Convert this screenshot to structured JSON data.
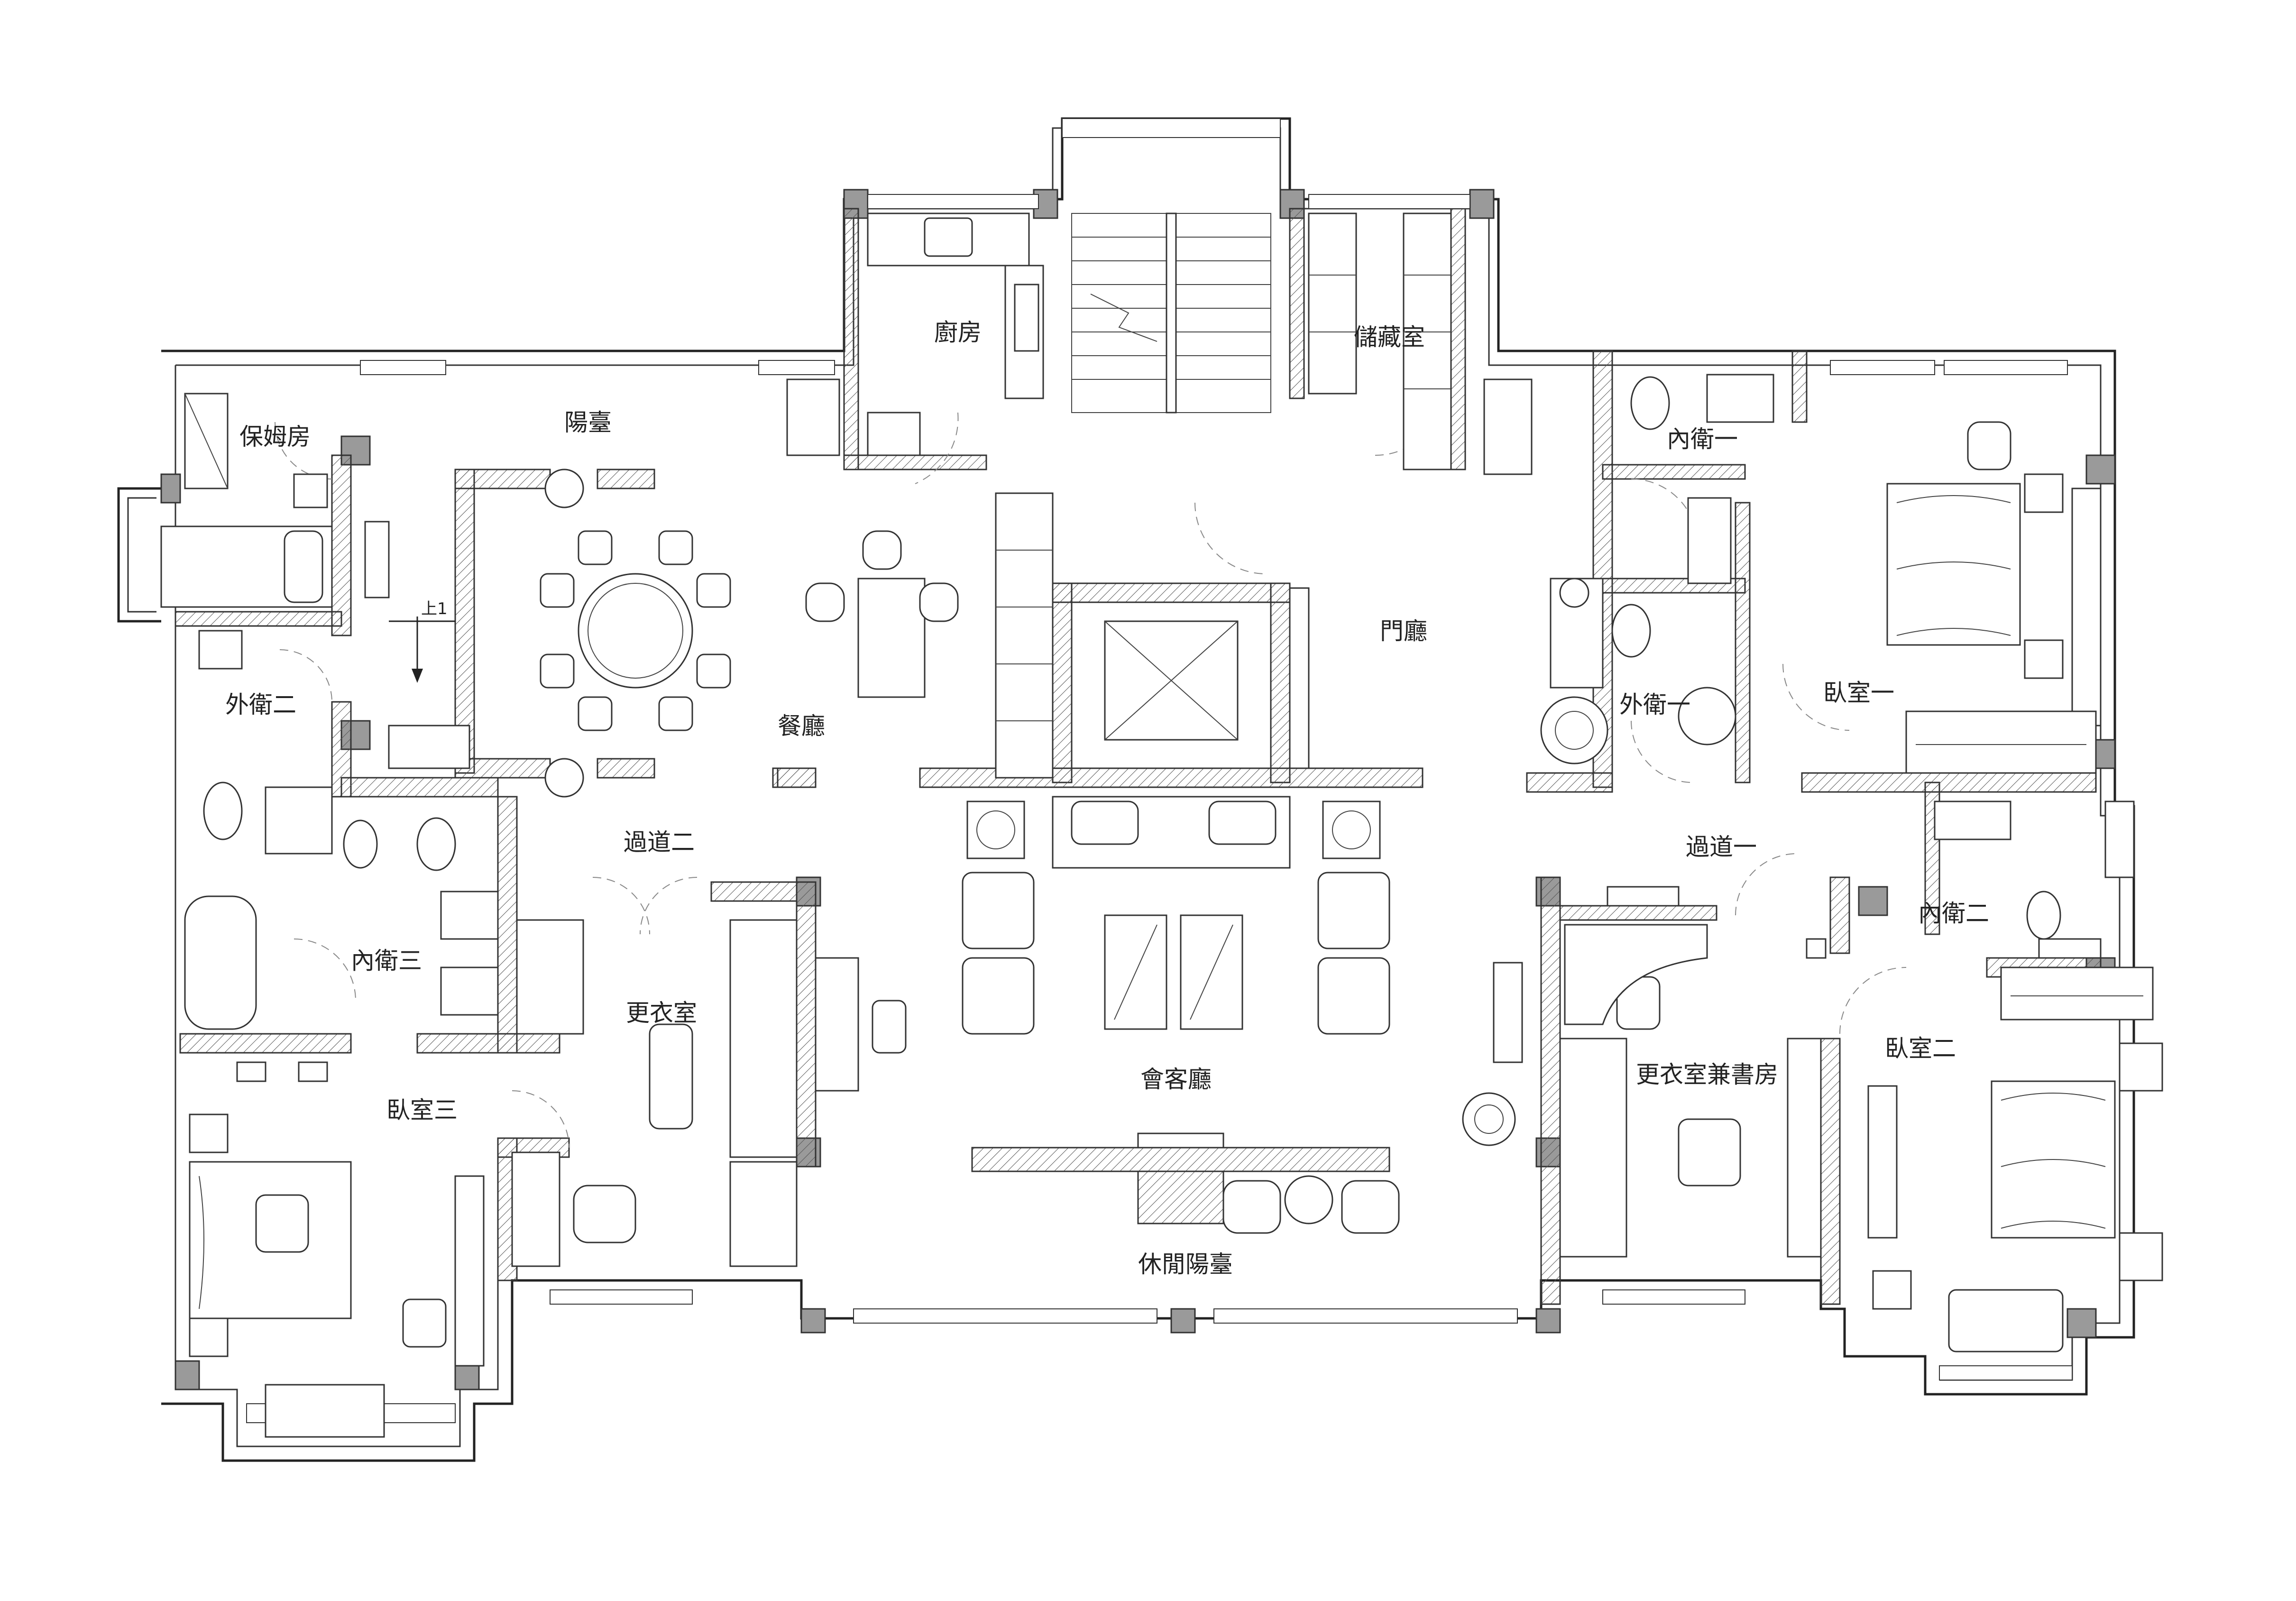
{
  "plan": {
    "rooms": {
      "nanny_room": "保姆房",
      "balcony": "陽臺",
      "kitchen": "廚房",
      "storage": "儲藏室",
      "bath_in_1": "內衛一",
      "foyer": "門廳",
      "dining": "餐廳",
      "bath_out_2": "外衛二",
      "bath_out_1": "外衛一",
      "bedroom_1": "臥室一",
      "corridor_2": "過道二",
      "corridor_1": "過道一",
      "bath_in_2": "內衛二",
      "bath_in_3": "內衛三",
      "dressing": "更衣室",
      "dressing_study": "更衣室兼書房",
      "living": "會客廳",
      "bedroom_3": "臥室三",
      "bedroom_2": "臥室二",
      "leisure_balcony": "休閒陽臺"
    },
    "stair_mark": "上1"
  }
}
